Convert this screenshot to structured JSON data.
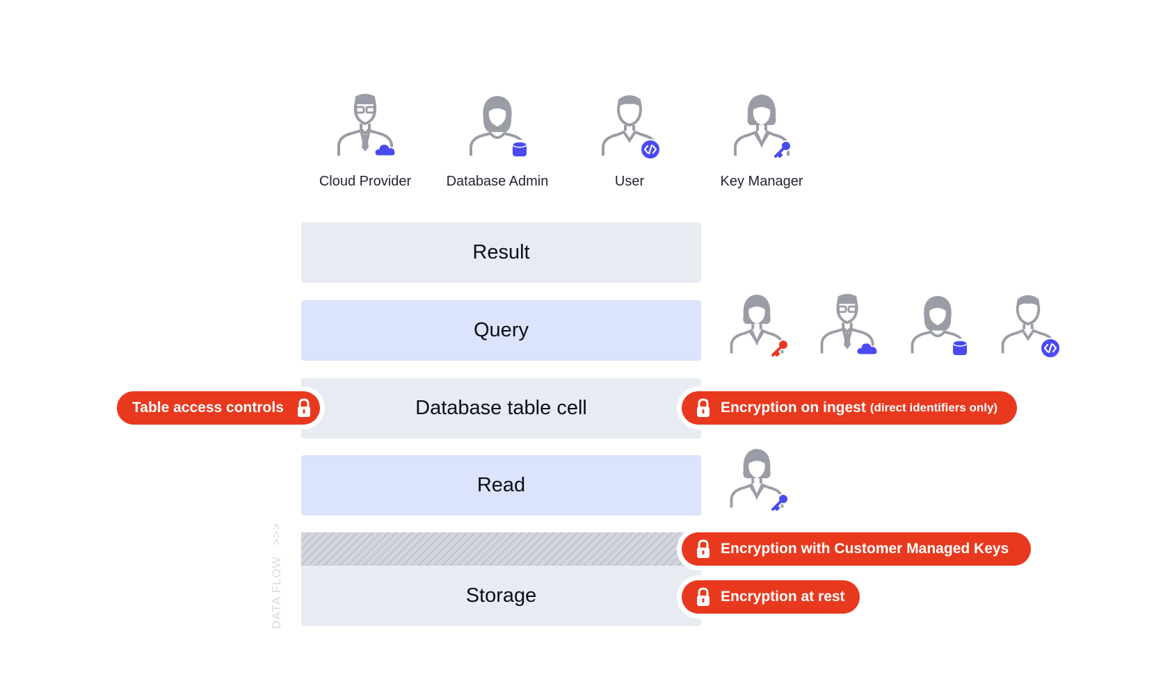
{
  "personas_top": [
    {
      "label": "Cloud Provider",
      "badge": "cloud-icon"
    },
    {
      "label": "Database Admin",
      "badge": "database-icon"
    },
    {
      "label": "User",
      "badge": "code-icon"
    },
    {
      "label": "Key Manager",
      "badge": "key-icon"
    }
  ],
  "layers": {
    "result": "Result",
    "query": "Query",
    "cell": "Database table cell",
    "read": "Read",
    "storage": "Storage"
  },
  "pills": {
    "table_access": "Table access controls",
    "ingest": "Encryption on ingest",
    "ingest_note": "(direct identifiers only)",
    "cmk": "Encryption with Customer Managed Keys",
    "at_rest": "Encryption at rest"
  },
  "data_flow": {
    "label": "DATA FLOW",
    "arrows": ">>>"
  },
  "colors": {
    "accent_red": "#e8391f",
    "badge_blue": "#4a4af0",
    "person_grey": "#9a9ca6",
    "layer_grey": "#e8ebf2",
    "layer_blue": "#dce3fc"
  }
}
